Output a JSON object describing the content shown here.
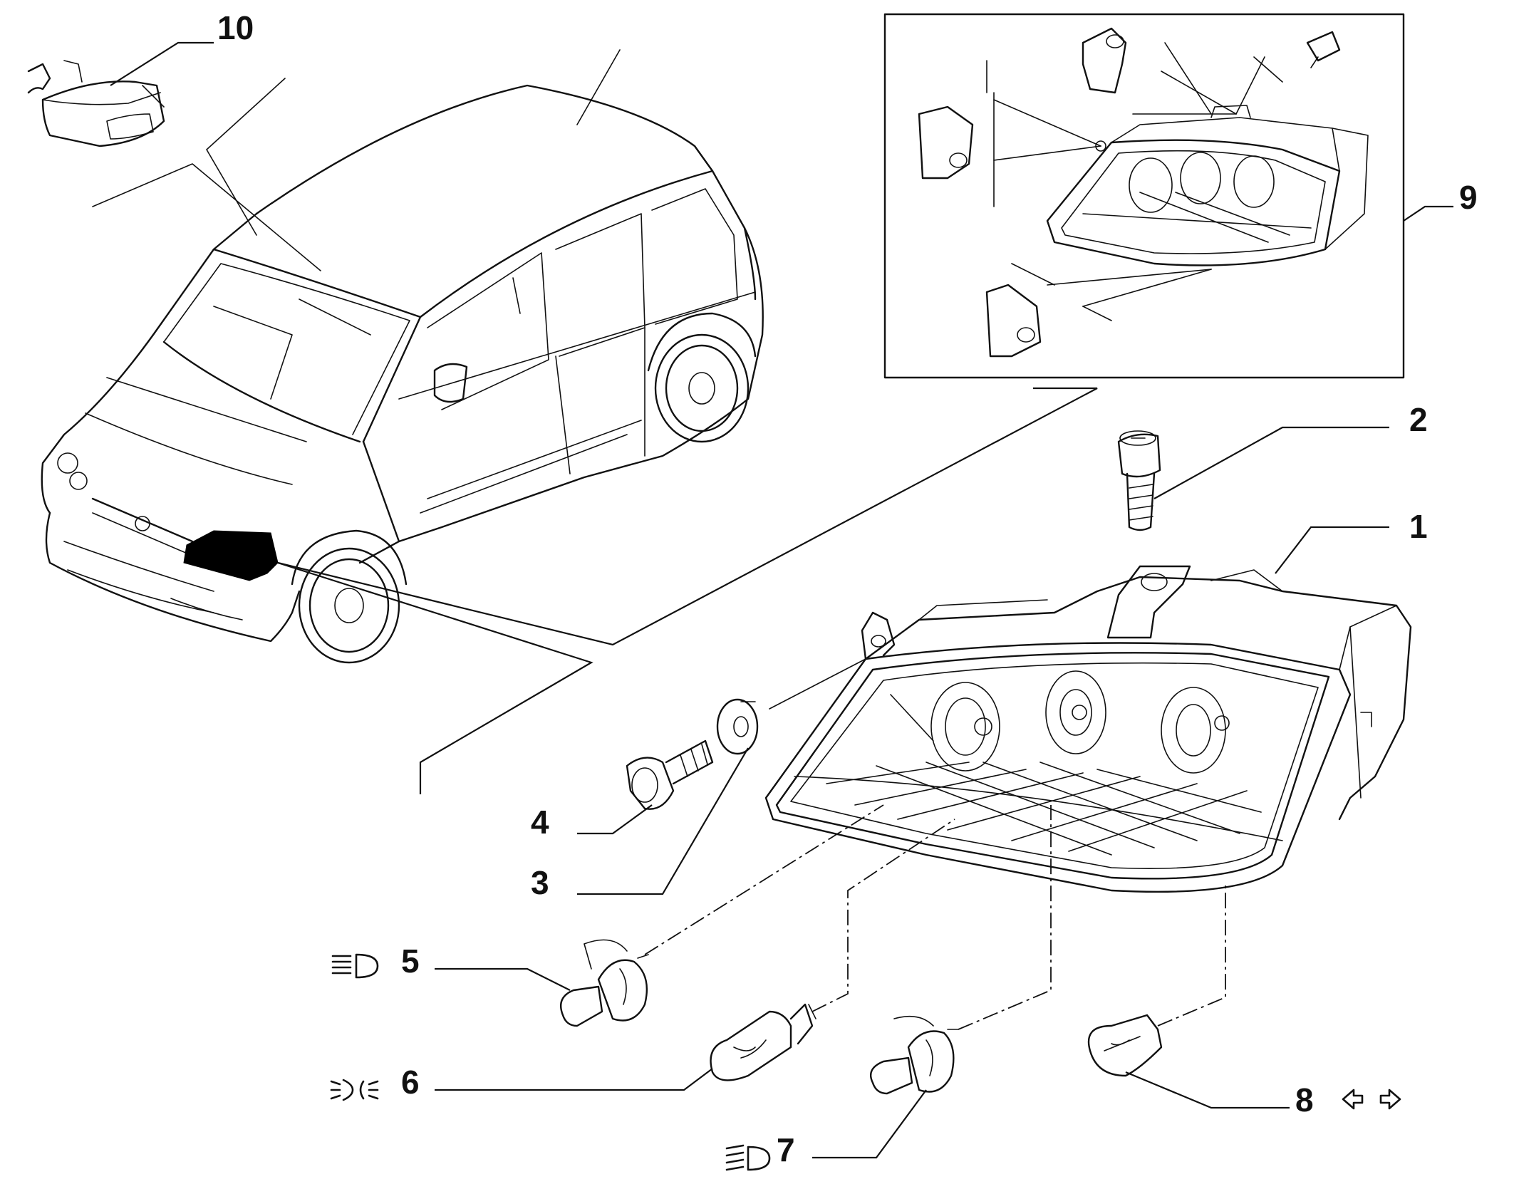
{
  "callouts": [
    {
      "id": "1",
      "label": "1"
    },
    {
      "id": "2",
      "label": "2"
    },
    {
      "id": "3",
      "label": "3"
    },
    {
      "id": "4",
      "label": "4"
    },
    {
      "id": "5",
      "label": "5"
    },
    {
      "id": "6",
      "label": "6"
    },
    {
      "id": "7",
      "label": "7"
    },
    {
      "id": "8",
      "label": "8"
    },
    {
      "id": "9",
      "label": "9"
    },
    {
      "id": "10",
      "label": "10"
    }
  ],
  "symbols": {
    "5": "high-beam-icon",
    "6": "parking-light-icon",
    "7": "low-beam-icon",
    "8": "turn-signal-icon"
  }
}
